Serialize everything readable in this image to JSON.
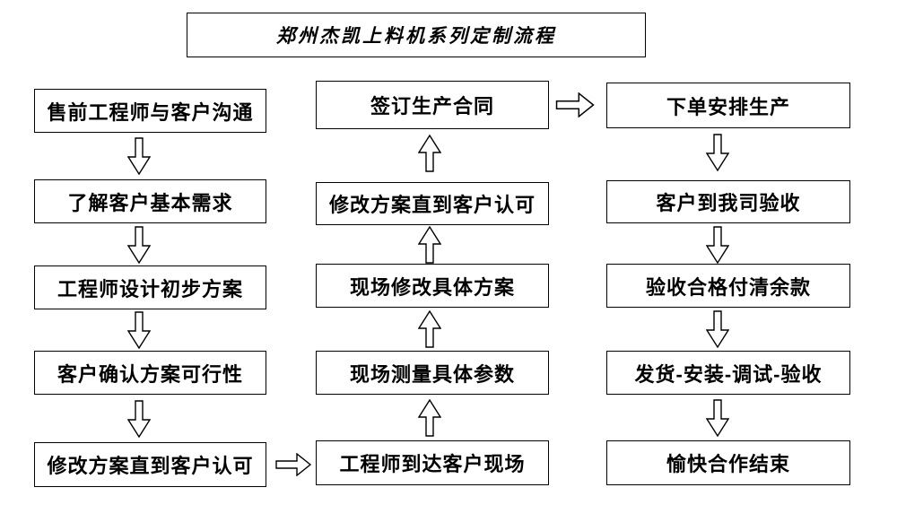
{
  "title": "郑州杰凯上料机系列定制流程",
  "flow": {
    "left": [
      "售前工程师与客户沟通",
      "了解客户基本需求",
      "工程师设计初步方案",
      "客户确认方案可行性",
      "修改方案直到客户认可"
    ],
    "middle": [
      "签订生产合同",
      "修改方案直到客户认可",
      "现场修改具体方案",
      "现场测量具体参数",
      "工程师到达客户现场"
    ],
    "right": [
      "下单安排生产",
      "客户到我司验收",
      "验收合格付清余款",
      "发货-安装-调试-验收",
      "愉快合作结束"
    ]
  },
  "colors": {
    "border": "#000000",
    "background": "#ffffff",
    "text": "#000000"
  }
}
